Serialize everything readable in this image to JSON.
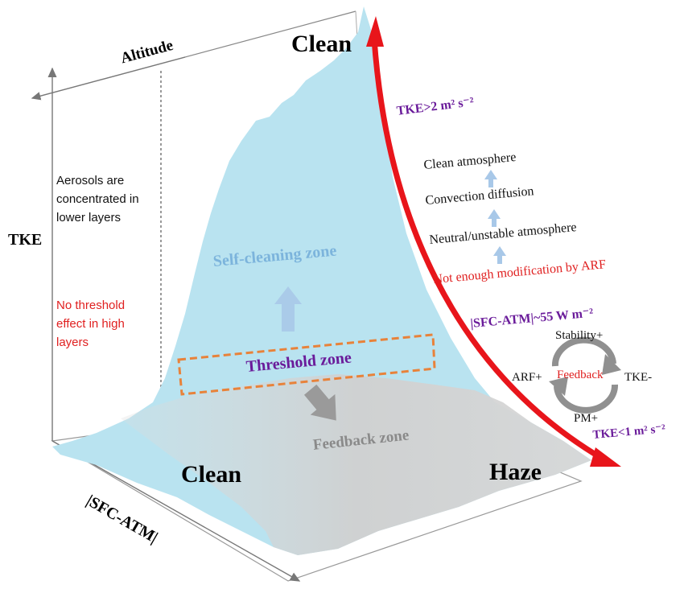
{
  "labels": {
    "clean_top": "Clean",
    "clean_bottom": "Clean",
    "haze": "Haze",
    "altitude": "Altitude",
    "tke_axis": "TKE",
    "sfc_atm_axis": "|SFC-ATM|",
    "aerosols_line1": "Aerosols are",
    "aerosols_line2": "concentrated in",
    "aerosols_line3": "lower layers",
    "no_threshold_line1": "No threshold",
    "no_threshold_line2": "effect in high",
    "no_threshold_line3": "layers",
    "self_cleaning_zone": "Self-cleaning zone",
    "threshold_zone": "Threshold zone",
    "feedback_zone": "Feedback zone",
    "tke_high": "TKE>2 m² s⁻²",
    "tke_low": "TKE<1 m² s⁻²",
    "clean_atmosphere": "Clean atmosphere",
    "convection_diffusion": "Convection diffusion",
    "neutral_unstable": "Neutral/unstable atmosphere",
    "not_enough_modification": "Not enough modification by ARF",
    "sfc_atm_value": "|SFC-ATM|~55 W m⁻²",
    "cycle_stability": "Stability+",
    "cycle_tke": "TKE-",
    "cycle_pm": "PM+",
    "cycle_arf": "ARF+",
    "cycle_center": "Feedback"
  },
  "colors": {
    "mountain_blue": "#b9e3f0",
    "feedback_gray": "#d6d6d6",
    "red_arrow": "#e8151b",
    "purple_text": "#6a1b9a",
    "red_text": "#e02020",
    "threshold_box": "#e8823a",
    "small_arrow": "#a8c8e8"
  }
}
